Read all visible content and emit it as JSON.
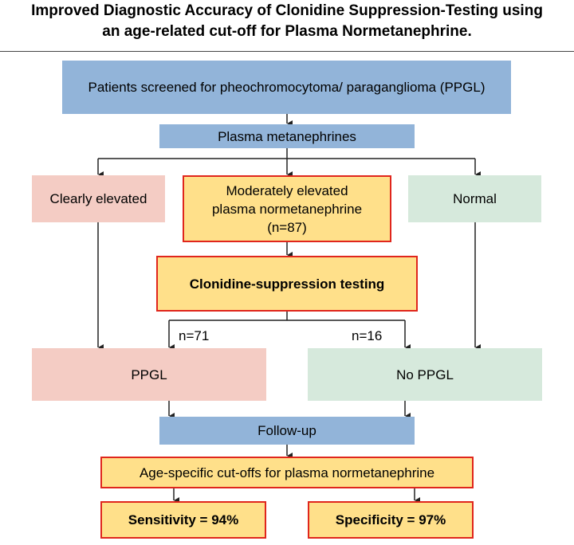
{
  "title": {
    "line1": "Improved Diagnostic Accuracy of Clonidine Suppression-Testing using",
    "line2": "an age-related cut-off for Plasma Normetanephrine."
  },
  "nodes": {
    "screened": "Patients screened for pheochromocytoma/ paraganglioma (PPGL)",
    "metanephrines": "Plasma metanephrines",
    "clearly_elevated": "Clearly elevated",
    "moderately_line1": "Moderately elevated",
    "moderately_line2": "plasma normetanephrine",
    "moderately_line3": "(n=87)",
    "normal": "Normal",
    "clonidine": "Clonidine-suppression testing",
    "ppgl": "PPGL",
    "no_ppgl": "No PPGL",
    "followup": "Follow-up",
    "age_cutoffs": "Age-specific cut-offs for plasma normetanephrine",
    "sensitivity": "Sensitivity = 94%",
    "specificity": "Specificity = 97%"
  },
  "edge_labels": {
    "to_ppgl": "n=71",
    "to_no_ppgl": "n=16"
  },
  "colors": {
    "blue": "#92b4d9",
    "pink": "#f4ccc4",
    "green": "#d6e9dc",
    "yellow": "#ffe08a",
    "red_border": "#e0261c"
  }
}
